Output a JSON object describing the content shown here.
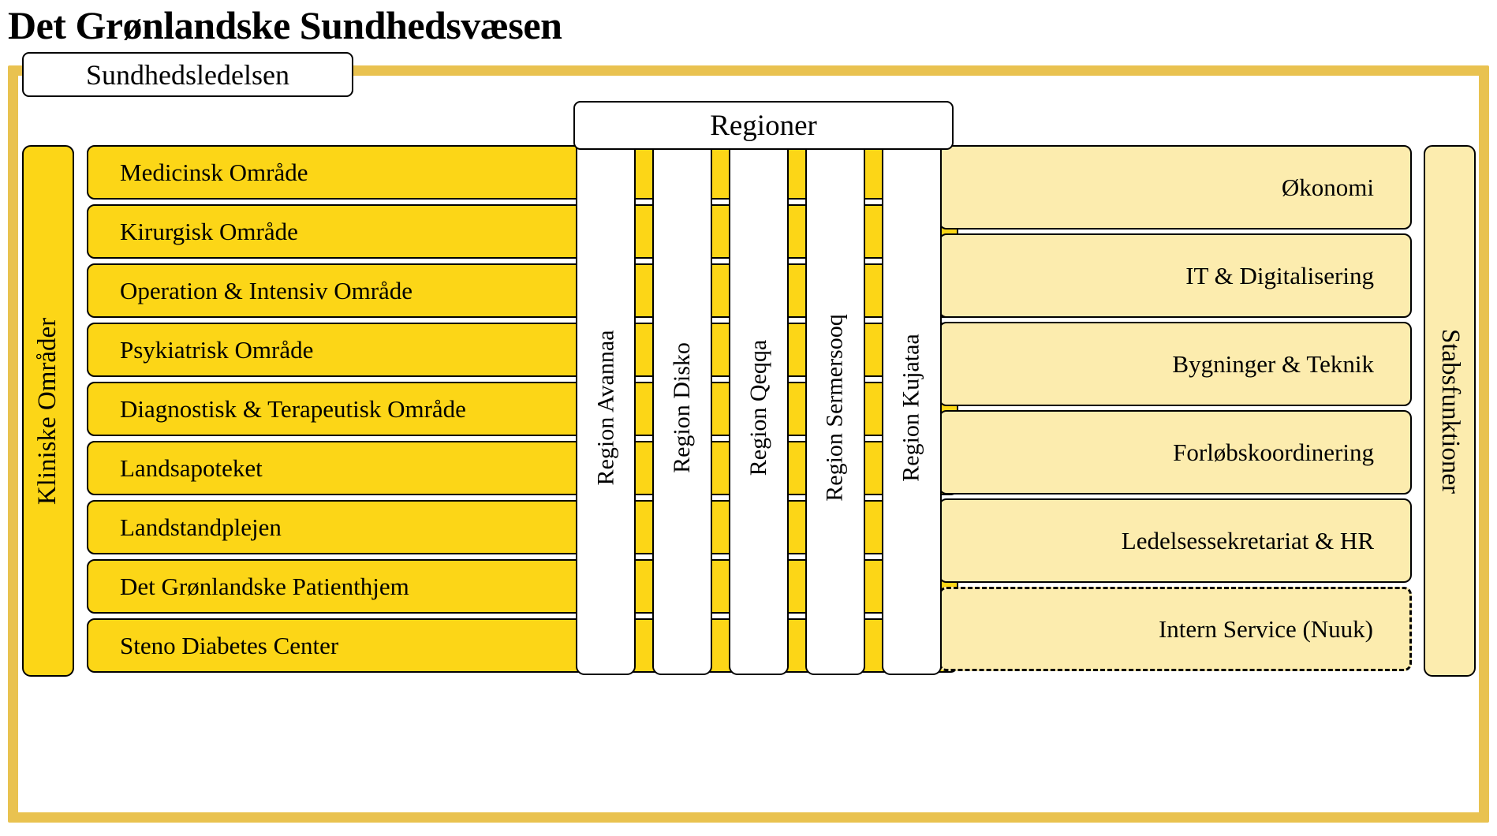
{
  "page": {
    "title": "Det Grønlandske Sundhedsvæsen",
    "frame_color": "#E9C250",
    "clinical_color": "#FCD617",
    "staff_color": "#FCECAE"
  },
  "leadership": {
    "label": "Sundhedsledelsen"
  },
  "regions_header": {
    "label": "Regioner"
  },
  "clinical": {
    "spine_label": "Kliniske Områder",
    "items": [
      {
        "label": "Medicinsk Område"
      },
      {
        "label": "Kirurgisk Område"
      },
      {
        "label": "Operation & Intensiv Område"
      },
      {
        "label": "Psykiatrisk Område"
      },
      {
        "label": "Diagnostisk & Terapeutisk Område"
      },
      {
        "label": "Landsapoteket"
      },
      {
        "label": "Landstandplejen"
      },
      {
        "label": "Det Grønlandske Patienthjem"
      },
      {
        "label": "Steno Diabetes Center"
      }
    ]
  },
  "regions": {
    "items": [
      {
        "label": "Region Avannaa"
      },
      {
        "label": "Region Disko"
      },
      {
        "label": "Region Qeqqa"
      },
      {
        "label": "Region Sermersooq"
      },
      {
        "label": "Region Kujataa"
      }
    ]
  },
  "staff": {
    "spine_label": "Stabsfunktioner",
    "items": [
      {
        "label": "Økonomi",
        "dashed": false
      },
      {
        "label": "IT & Digitalisering",
        "dashed": false
      },
      {
        "label": "Bygninger & Teknik",
        "dashed": false
      },
      {
        "label": "Forløbskoordinering",
        "dashed": false
      },
      {
        "label": "Ledelsessekretariat & HR",
        "dashed": false
      },
      {
        "label": "Intern Service (Nuuk)",
        "dashed": true
      }
    ]
  }
}
